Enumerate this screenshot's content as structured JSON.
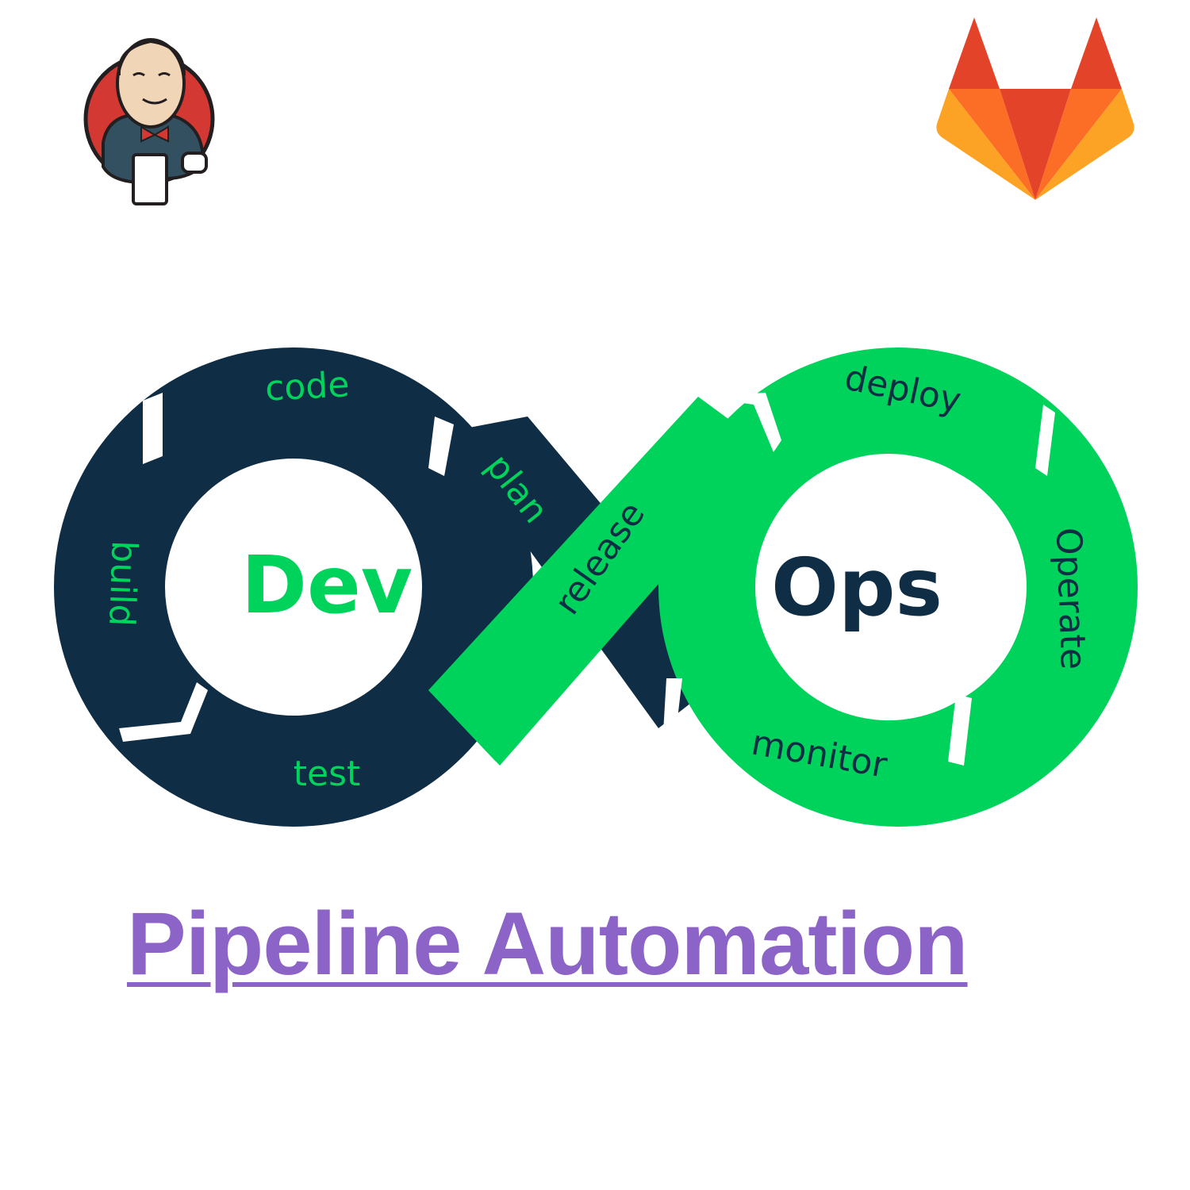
{
  "logos": {
    "left": {
      "icon": "jenkins-butler-icon"
    },
    "right": {
      "icon": "gitlab-fox-icon"
    }
  },
  "diagram": {
    "center_left": "Dev",
    "center_right": "Ops",
    "stages": {
      "code": "code",
      "plan": "plan",
      "build": "build",
      "test": "test",
      "release": "release",
      "deploy": "deploy",
      "operate": "Operate",
      "monitor": "monitor"
    }
  },
  "title": "Pipeline Automation",
  "colors": {
    "navy": "#0f2d44",
    "green": "#00d35c",
    "title": "#8c63c6",
    "gitlab_dark": "#e24329",
    "gitlab_mid": "#fc6d26",
    "gitlab_light": "#fca326",
    "jenkins_red": "#d33833"
  }
}
